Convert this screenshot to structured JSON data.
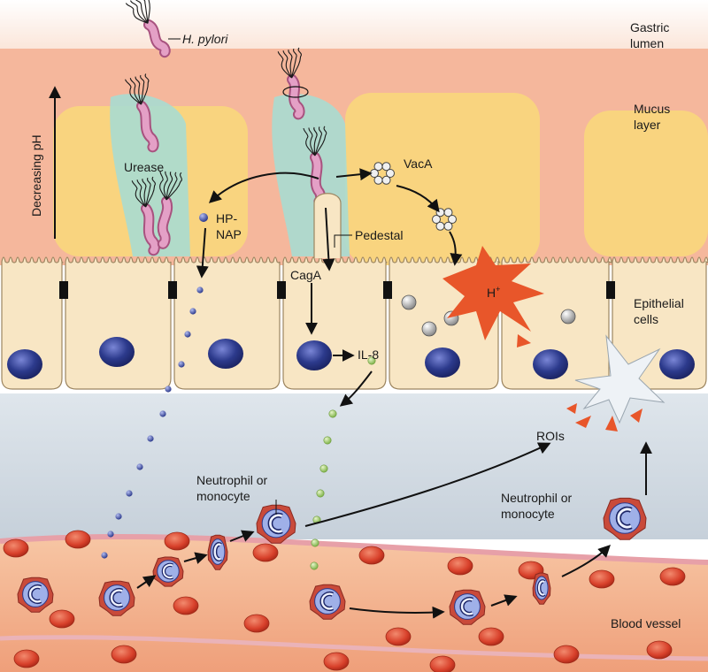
{
  "labels": {
    "h_pylori": "H. pylori",
    "gastric_lumen_1": "Gastric",
    "gastric_lumen_2": "lumen",
    "mucus_1": "Mucus",
    "mucus_2": "layer",
    "decreasing_ph": "Decreasing pH",
    "urease": "Urease",
    "vaca": "VacA",
    "hp_nap_1": "HP-",
    "hp_nap_2": "NAP",
    "pedestal": "Pedestal",
    "caga": "CagA",
    "h_plus": "H",
    "h_plus_sup": "+",
    "epithelial_1": "Epithelial",
    "epithelial_2": "cells",
    "il8": "IL-8",
    "rois": "ROIs",
    "neutrophil_left_1": "Neutrophil or",
    "neutrophil_left_2": "monocyte",
    "neutrophil_right_1": "Neutrophil or",
    "neutrophil_right_2": "monocyte",
    "blood_vessel": "Blood vessel"
  },
  "colors": {
    "lumen": "#f8d9c8",
    "mucus_salmon": "#f5b59a",
    "mucus_yellow": "#f9d584",
    "teal_zone": "#a9dcd2",
    "epithelial": "#f8e6c4",
    "nucleus": "#2c3a8c",
    "interstitial": "#cfd7df",
    "blood": "#f2b08a",
    "rbc": "#d8412b",
    "bacterium": "#d98ab6",
    "h_plus_burst": "#e8562a",
    "il8_dot": "#a6d07a",
    "hpnap_dot": "#3a4a9a"
  }
}
